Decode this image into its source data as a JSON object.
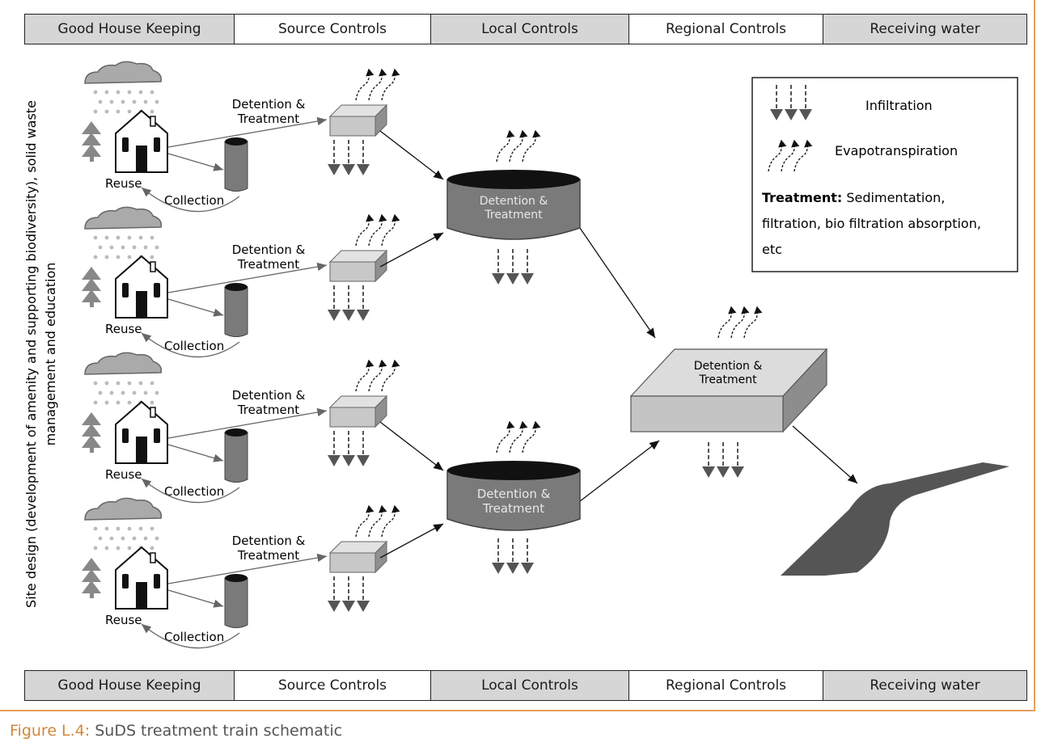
{
  "bands": [
    "Good House Keeping",
    "Source Controls",
    "Local Controls",
    "Regional Controls",
    "Receiving water"
  ],
  "side_label": [
    "Site design (development of amenity and supporting biodiversity), solid waste",
    "management and education"
  ],
  "labels": {
    "reuse": "Reuse",
    "collection": "Collection",
    "detention_1": "Detention &",
    "detention_2": "Treatment"
  },
  "legend": {
    "infiltration": "Infiltration",
    "evapotranspiration": "Evapotranspiration",
    "treatment_bold": "Treatment:",
    "treatment_text_1": " Sedimentation,",
    "treatment_text_2": "filtration, bio filtration absorption,",
    "treatment_text_3": "etc"
  },
  "caption": {
    "label": "Figure L.4:",
    "text": " SuDS treatment train schematic"
  },
  "colors": {
    "accent": "#e6a15c",
    "band_shade": "#d6d6d6",
    "tank": "#7a7a7a",
    "box": "#c8c8c8",
    "river": "#555555"
  }
}
